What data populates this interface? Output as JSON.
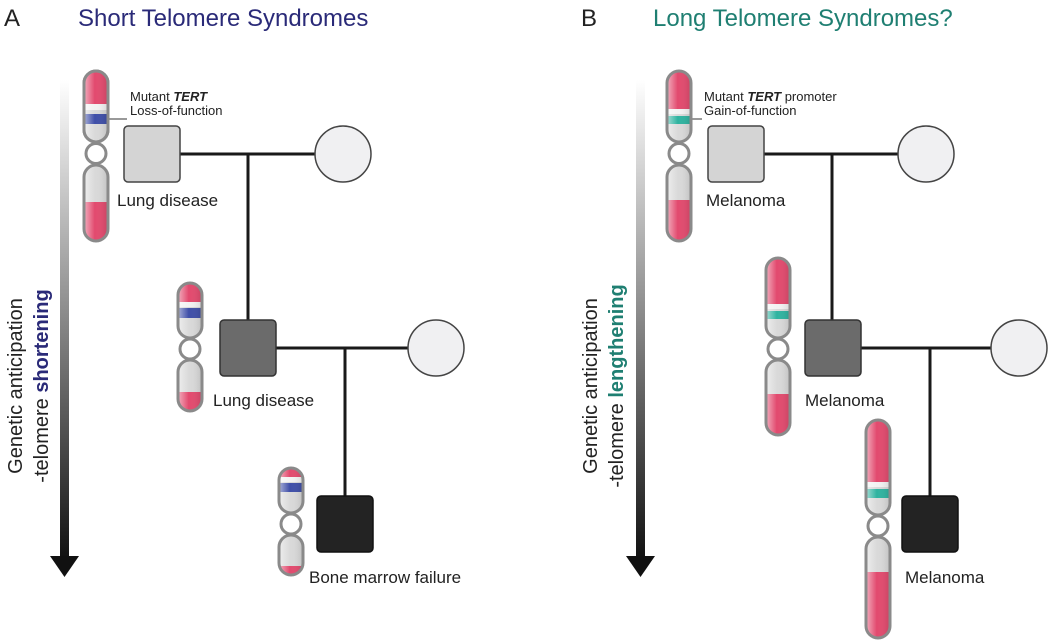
{
  "panel_a": {
    "letter": "A",
    "title": "Short Telomere Syndromes",
    "axis_line1": "Genetic anticipation",
    "axis_line2_prefix": "-telomere ",
    "axis_line2_emph": "shortening",
    "mutation_line1_prefix": "Mutant ",
    "mutation_line1_emph": "TERT",
    "mutation_line1_suffix": "",
    "mutation_line2": "Loss-of-function",
    "gen1_label": "Lung disease",
    "gen2_label": "Lung disease",
    "gen3_label": "Bone marrow failure"
  },
  "panel_b": {
    "letter": "B",
    "title": "Long Telomere Syndromes?",
    "axis_line1": "Genetic anticipation",
    "axis_line2_prefix": "-telomere ",
    "axis_line2_emph": "lengthening",
    "mutation_line1_prefix": "Mutant ",
    "mutation_line1_emph": "TERT",
    "mutation_line1_suffix": " promoter",
    "mutation_line2": "Gain-of-function",
    "gen1_label": "Melanoma",
    "gen2_label": "Melanoma",
    "gen3_label": "Melanoma"
  },
  "colors": {
    "title_a": "#2a2a78",
    "title_b": "#1f7f72",
    "telomere": "#e24a6e",
    "band_loss": "#3f4fa8",
    "band_gain": "#2fb3a0",
    "affected_gen1": "#d4d4d4",
    "affected_gen2": "#6b6b6b",
    "affected_gen3": "#232323",
    "unaffected": "#f0f0f2"
  }
}
